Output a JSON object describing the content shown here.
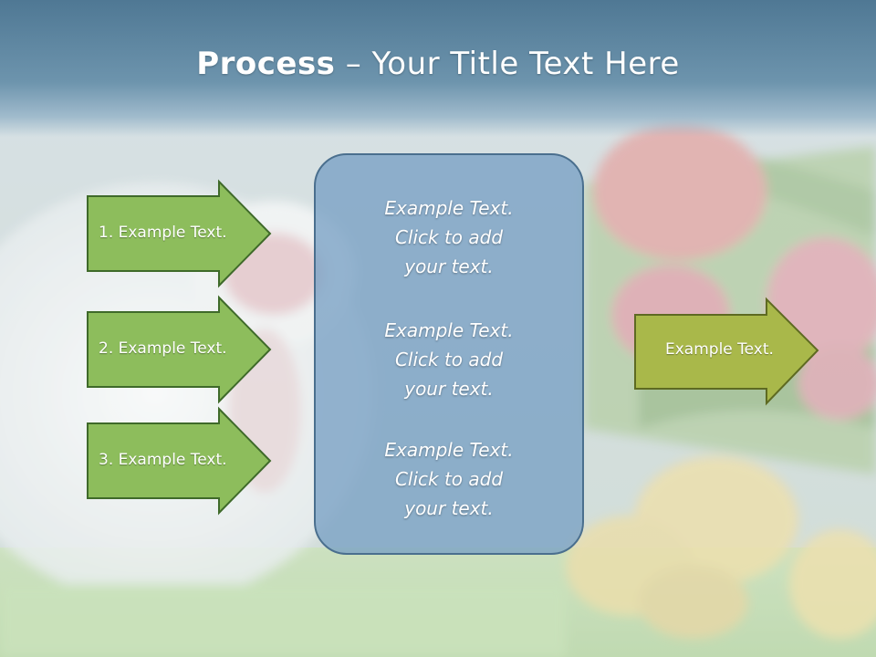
{
  "slide": {
    "title_bold": "Process",
    "title_rest": " – Your Title Text Here"
  },
  "inputs": [
    {
      "label": "1. Example Text."
    },
    {
      "label": "2. Example Text."
    },
    {
      "label": "3. Example Text."
    }
  ],
  "center": {
    "blocks": [
      {
        "line1": "Example Text.",
        "line2": "Click  to add",
        "line3": "your text."
      },
      {
        "line1": "Example Text.",
        "line2": "Click  to add",
        "line3": "your text."
      },
      {
        "line1": "Example Text.",
        "line2": "Click  to add",
        "line3": "your text."
      }
    ]
  },
  "output": {
    "label": "Example Text."
  },
  "colors": {
    "input_arrow_fill": "#8dbd5c",
    "input_arrow_stroke": "#3f6a2a",
    "output_arrow_fill": "#a9b84a",
    "output_arrow_stroke": "#5e6a22",
    "center_fill": "#78a0c4",
    "title_band": "#5a829e"
  }
}
